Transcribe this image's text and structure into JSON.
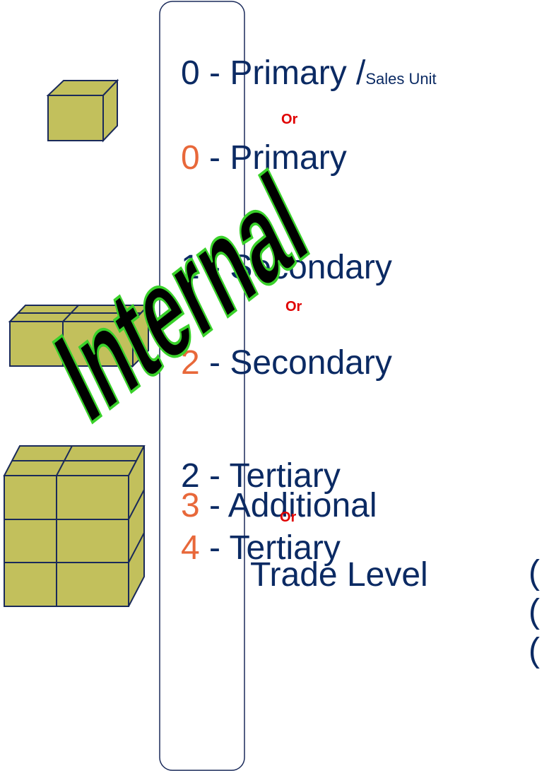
{
  "levels": {
    "primary_sales_num": "0",
    "primary_sales_dash": " - ",
    "primary_sales_name": "Primary /",
    "primary_sales_suffix": "Sales Unit",
    "or_1": "Or",
    "primary_num": "0",
    "primary_dash": " - ",
    "primary_name": "Primary",
    "secondary_num": "1",
    "secondary_dash": " - ",
    "secondary_name": "Secondary",
    "or_2": "Or",
    "secondary_alt_num": "2",
    "secondary_alt_dash": " - ",
    "secondary_alt_name": "Secondary",
    "tertiary_num": "2",
    "tertiary_dash": " - ",
    "tertiary_name": "Tertiary",
    "additional_num": "3",
    "additional_dash": " - ",
    "additional_name": "Additional",
    "or_3": "Or",
    "tertiary_alt_num": "4",
    "tertiary_alt_dash": " - ",
    "tertiary_alt_name": "Tertiary",
    "trade_level": "Trade Level"
  },
  "side_marks": [
    "(",
    "(",
    "("
  ],
  "watermark": "Internal",
  "colors": {
    "navy": "#0b2a63",
    "orange": "#e8683a",
    "red": "#e00000",
    "box_fill": "#c2c05c",
    "box_stroke": "#1a2a5a",
    "watermark_fill": "#000000",
    "watermark_stroke": "#39d12a"
  }
}
